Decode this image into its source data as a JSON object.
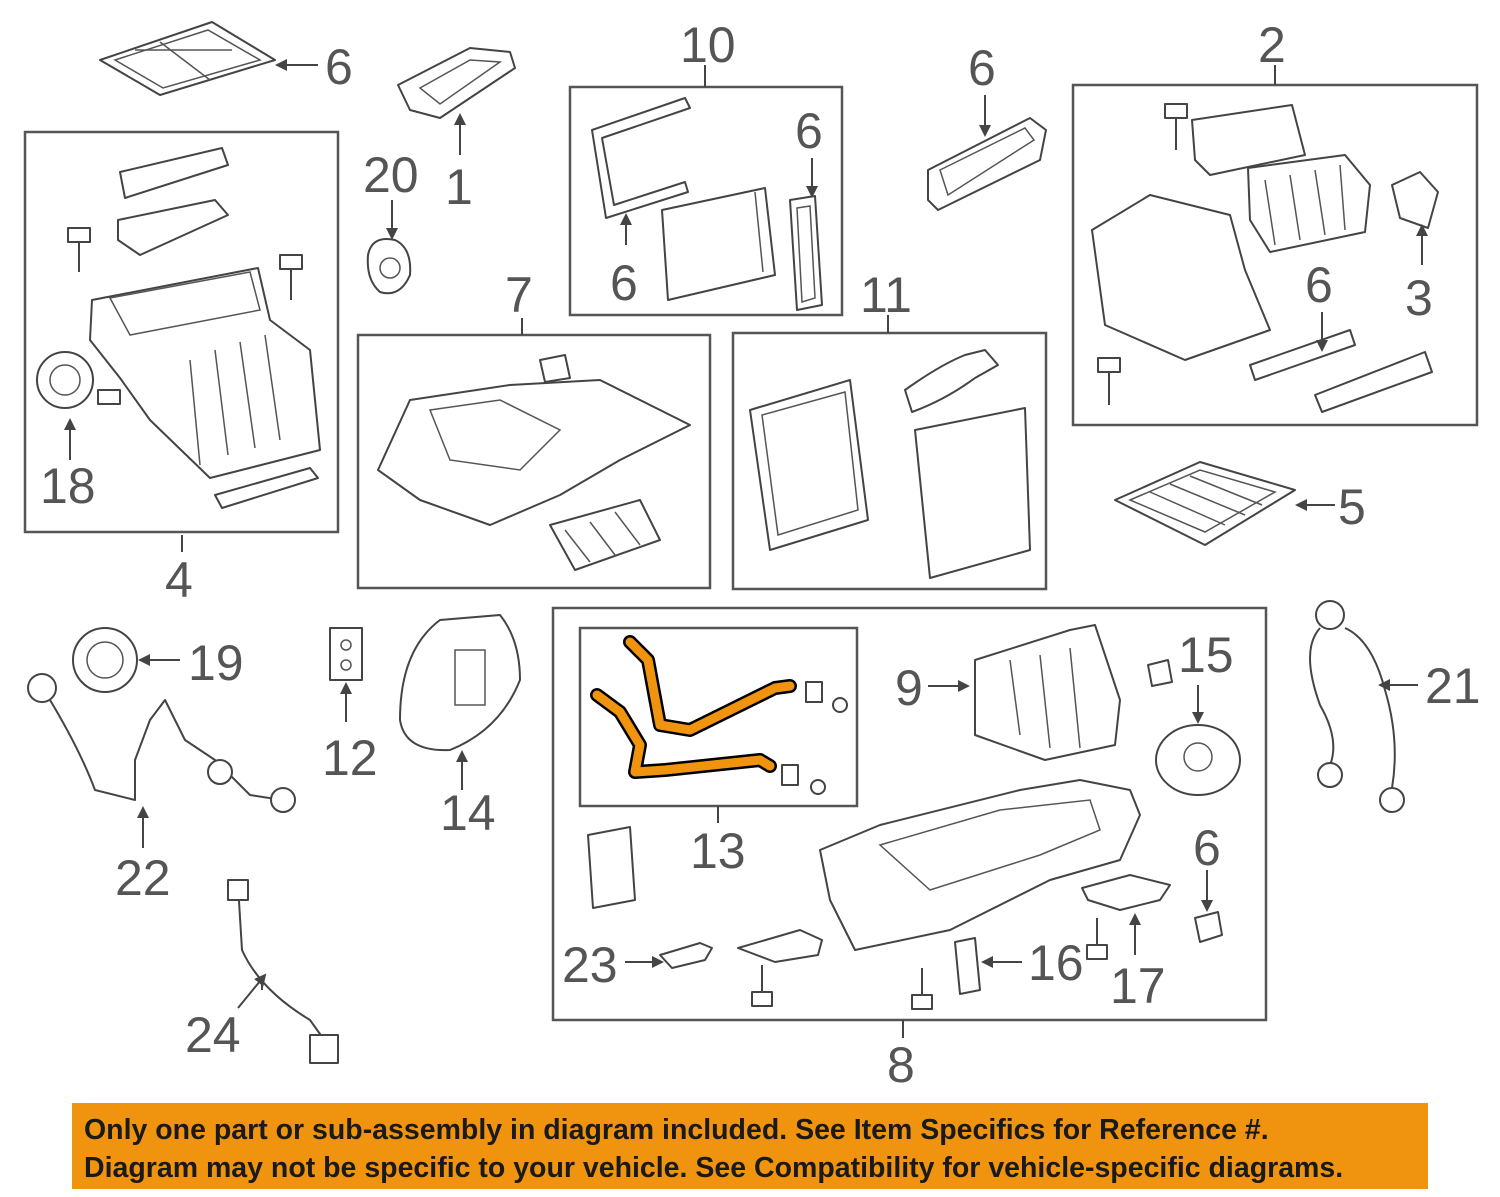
{
  "diagram": {
    "arrow_color": "#444444",
    "highlight_color": "#F0940F",
    "labels": {
      "c1": "1",
      "c2": "2",
      "c3": "3",
      "c4": "4",
      "c5": "5",
      "c6a": "6",
      "c6b": "6",
      "c6c": "6",
      "c6d": "6",
      "c6e": "6",
      "c6f": "6",
      "c7": "7",
      "c8": "8",
      "c9": "9",
      "c10": "10",
      "c11": "11",
      "c12": "12",
      "c13": "13",
      "c14": "14",
      "c15": "15",
      "c16": "16",
      "c17": "17",
      "c18": "18",
      "c19": "19",
      "c20": "20",
      "c21": "21",
      "c22": "22",
      "c23": "23",
      "c24": "24"
    }
  },
  "notice": {
    "background": "#F0940F",
    "line1": "Only one part or sub-assembly in diagram included. See Item Specifics for Reference #.",
    "line2": "Diagram may not be specific to your vehicle. See Compatibility for vehicle-specific diagrams."
  }
}
